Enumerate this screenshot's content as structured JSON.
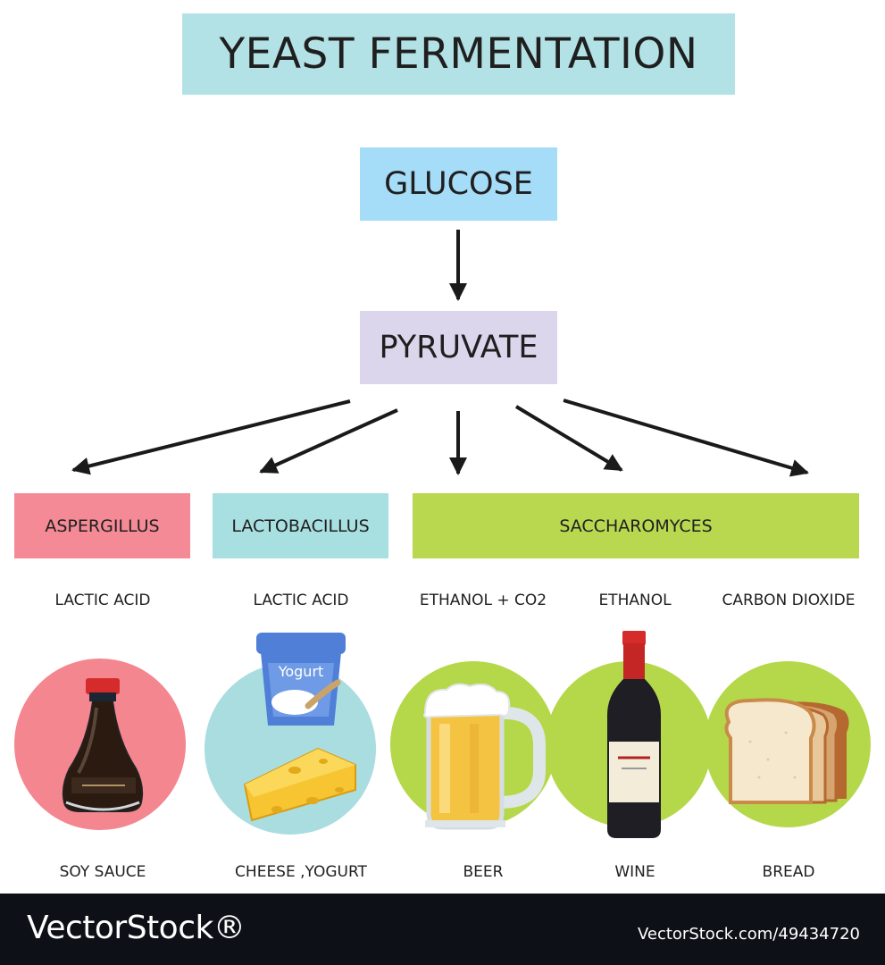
{
  "title": "YEAST FERMENTATION",
  "nodes": {
    "glucose": "GLUCOSE",
    "pyruvate": "PYRUVATE"
  },
  "organisms": [
    {
      "label": "ASPERGILLUS",
      "color": "#f48a96"
    },
    {
      "label": "LACTOBACILLUS",
      "color": "#a8dfe0"
    },
    {
      "label": "SACCHAROMYCES",
      "color": "#b9d850"
    }
  ],
  "products": [
    "LACTIC ACID",
    "LACTIC ACID",
    "ETHANOL + CO2",
    "ETHANOL",
    "CARBON DIOXIDE"
  ],
  "foods": [
    "SOY SAUCE",
    "CHEESE ,YOGURT",
    "BEER",
    "WINE",
    "BREAD"
  ],
  "yogurt_label": "Yogurt",
  "colors": {
    "title_bg": "#b3e2e6",
    "glucose_bg": "#a5dcf7",
    "pyruvate_bg": "#dcd6ec",
    "soy_circle": "#f4868f",
    "dairy_circle": "#a9dde0",
    "green_circle": "#b5d84a",
    "footer_bg": "#0d1117"
  },
  "footer": {
    "logo": "VectorStock®",
    "id": "VectorStock.com/49434720"
  }
}
